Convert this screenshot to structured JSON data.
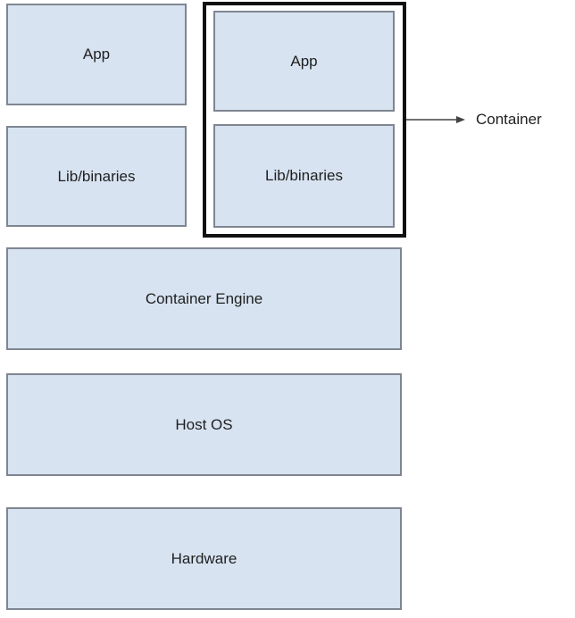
{
  "diagram": {
    "type": "container-architecture-stack",
    "host_stack": {
      "app_label": "App",
      "lib_label": "Lib/binaries"
    },
    "container_group": {
      "app_label": "App",
      "lib_label": "Lib/binaries",
      "callout_label": "Container"
    },
    "layers": [
      {
        "label": "Container Engine"
      },
      {
        "label": "Host OS"
      },
      {
        "label": "Hardware"
      }
    ],
    "colors": {
      "box_fill": "#d7e3f1",
      "box_border": "#7f8691",
      "container_frame_border": "#111111",
      "arrow": "#444444",
      "text": "#1f1f1f",
      "background": "#ffffff"
    }
  }
}
